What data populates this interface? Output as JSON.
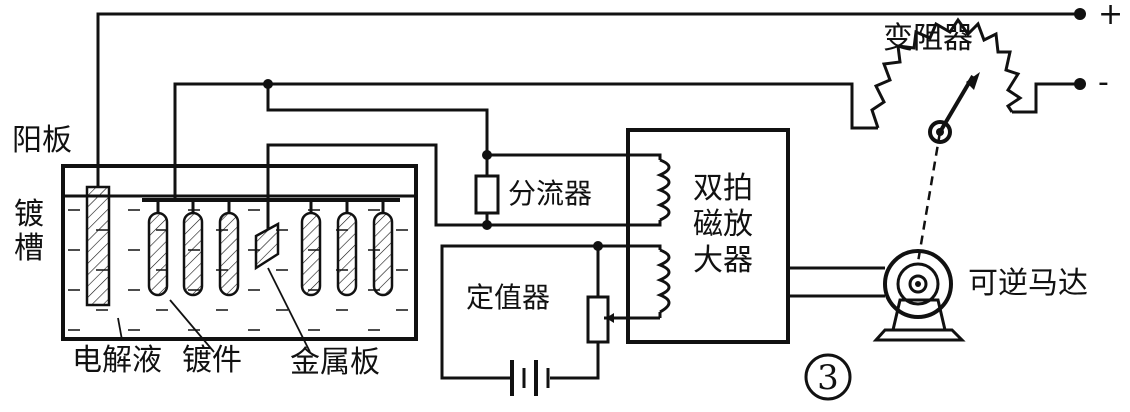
{
  "labels": {
    "anode_plate": "阳板",
    "plating_tank": "镀槽",
    "electrolyte": "电解液",
    "workpiece": "镀件",
    "metal_plate": "金属板",
    "shunt": "分流器",
    "setter": "定值器",
    "amplifier": "双拍磁放大器",
    "rheostat": "变阻器",
    "motor": "可逆马达",
    "figure_number": "3",
    "terminal_positive": "+",
    "terminal_negative": "-"
  },
  "colors": {
    "ink": "#111111",
    "paper": "#ffffff"
  }
}
